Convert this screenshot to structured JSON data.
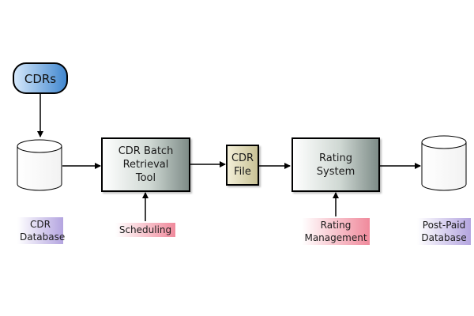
{
  "nodes": {
    "cdrs": "CDRs",
    "batch_tool": "CDR Batch\nRetrieval\nTool",
    "cdr_file": "CDR\nFile",
    "rating_system": "Rating\nSystem",
    "cdr_database": "CDR\nDatabase",
    "scheduling": "Scheduling",
    "rating_management": "Rating\nManagement",
    "postpaid_database": "Post-Paid\nDatabase"
  },
  "colors": {
    "cdrs_fill": "#5b9bd8",
    "cdr_file_fill": "#c9c296",
    "database_label_fill": "#b4a5e0",
    "input_label_fill": "#f08a9c",
    "stroke": "#000000"
  }
}
